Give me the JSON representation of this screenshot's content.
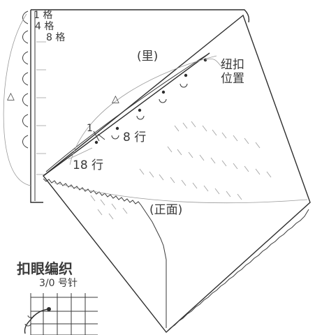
{
  "labels": {
    "inside": "(里)",
    "front": "(正面)",
    "buttons": [
      "纽扣",
      "位置"
    ],
    "gauge_1": "1 格",
    "gauge_4": "4 格",
    "gauge_8": "8 格",
    "rows_8": "8 行",
    "rows_1": "1",
    "rows_18": "18 行",
    "triangle_left": "△",
    "triangle_mid": "△"
  },
  "buttonhole_chart": {
    "title": "扣眼编织",
    "hook": "3/0 号针"
  }
}
